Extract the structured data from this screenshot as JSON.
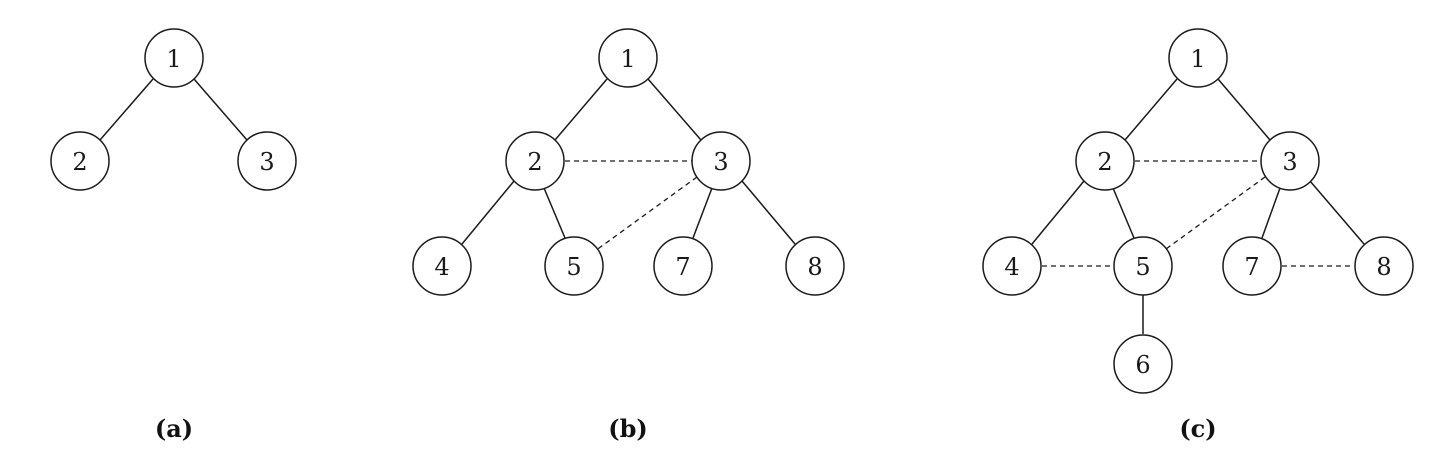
{
  "panels": [
    {
      "caption": "(a)",
      "nodes": [
        {
          "id": "a1",
          "label": "1"
        },
        {
          "id": "a2",
          "label": "2"
        },
        {
          "id": "a3",
          "label": "3"
        }
      ]
    },
    {
      "caption": "(b)",
      "nodes": [
        {
          "id": "b1",
          "label": "1"
        },
        {
          "id": "b2",
          "label": "2"
        },
        {
          "id": "b3",
          "label": "3"
        },
        {
          "id": "b4",
          "label": "4"
        },
        {
          "id": "b5",
          "label": "5"
        },
        {
          "id": "b7",
          "label": "7"
        },
        {
          "id": "b8",
          "label": "8"
        }
      ]
    },
    {
      "caption": "(c)",
      "nodes": [
        {
          "id": "c1",
          "label": "1"
        },
        {
          "id": "c2",
          "label": "2"
        },
        {
          "id": "c3",
          "label": "3"
        },
        {
          "id": "c4",
          "label": "4"
        },
        {
          "id": "c5",
          "label": "5"
        },
        {
          "id": "c6",
          "label": "6"
        },
        {
          "id": "c7",
          "label": "7"
        },
        {
          "id": "c8",
          "label": "8"
        }
      ]
    }
  ]
}
